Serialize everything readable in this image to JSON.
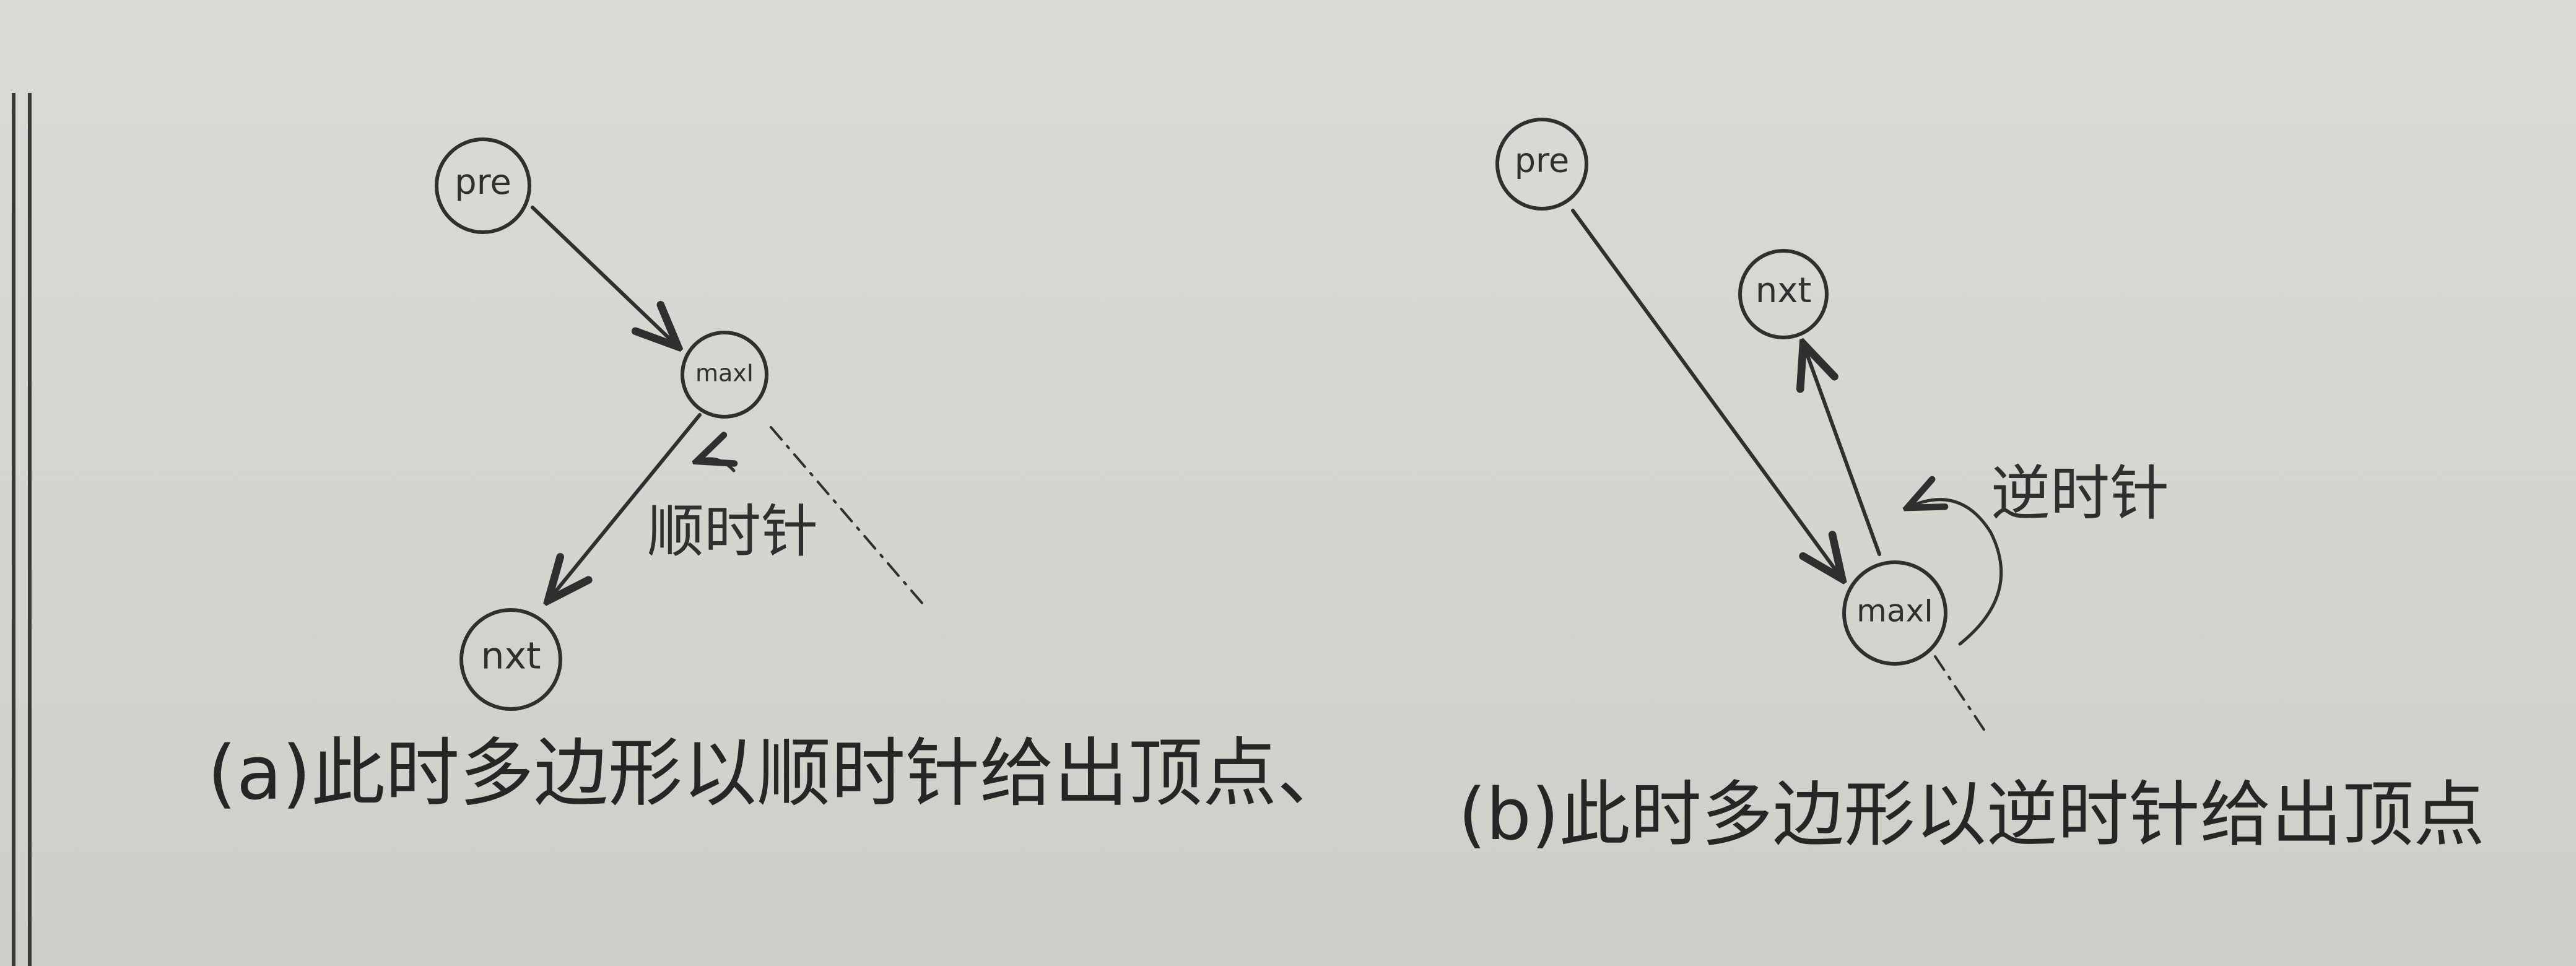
{
  "diagram_a": {
    "nodes": {
      "pre": "pre",
      "max": "maxI",
      "nxt": "nxt"
    },
    "rotation_label": "顺时针",
    "caption": "(a)此时多边形以顺时针给出顶点、"
  },
  "diagram_b": {
    "nodes": {
      "pre": "pre",
      "max": "maxI",
      "nxt": "nxt"
    },
    "rotation_label": "逆时针",
    "caption": "(b)此时多边形以逆时针给出顶点"
  },
  "colors": {
    "ink": "#2f2f2f",
    "paper": "#d6d5d0",
    "margin_line": "#3a3a3a"
  }
}
